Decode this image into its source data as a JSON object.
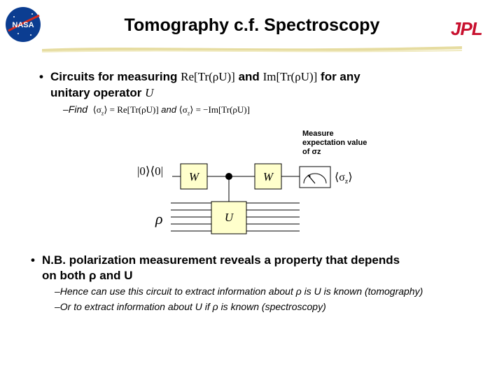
{
  "header": {
    "title": "Tomography c.f. Spectroscopy",
    "nasa_logo_text": "NASA",
    "jpl_logo_text": "JPL"
  },
  "bullet1": {
    "marker": "•",
    "text_a": "Circuits for measuring",
    "expr_re": "Re[Tr(ρU)]",
    "text_b": "and",
    "expr_im": "Im[Tr(ρU)]",
    "text_c": "for any",
    "line2_text": "unitary operator",
    "line2_var": "U"
  },
  "find_line": {
    "prefix": "–Find",
    "eq1_lhs": "⟨σ",
    "eq1_sub": "z",
    "eq1_rhs": "⟩ = Re[Tr(ρU)]",
    "mid": "and",
    "eq2_lhs": "⟨σ",
    "eq2_sub": "z",
    "eq2_rhs": "⟩ = −Im[Tr(ρU)]"
  },
  "circuit": {
    "annotation_lines": [
      "Measure",
      "expectation value",
      "of σz"
    ],
    "input_state": "|0⟩⟨0|",
    "gate_w1": "W",
    "gate_w2": "W",
    "gate_u": "U",
    "rho": "ρ",
    "output": "⟨σz⟩",
    "output_base": "⟨σ",
    "output_sub": "z",
    "output_close": "⟩"
  },
  "bullet2": {
    "marker": "•",
    "line1": "N.B. polarization measurement reveals a property that depends",
    "line2": "on both ρ and U",
    "sub1": "–Hence can use this circuit to extract information about ρ is U is known (tomography)",
    "sub2": "–Or to extract information about U if ρ is known (spectroscopy)"
  },
  "colors": {
    "gate_fill": "#ffffcc",
    "title_rule": "#e8e0a0",
    "jpl_red": "#c8102e",
    "nasa_blue": "#0b3d91"
  }
}
